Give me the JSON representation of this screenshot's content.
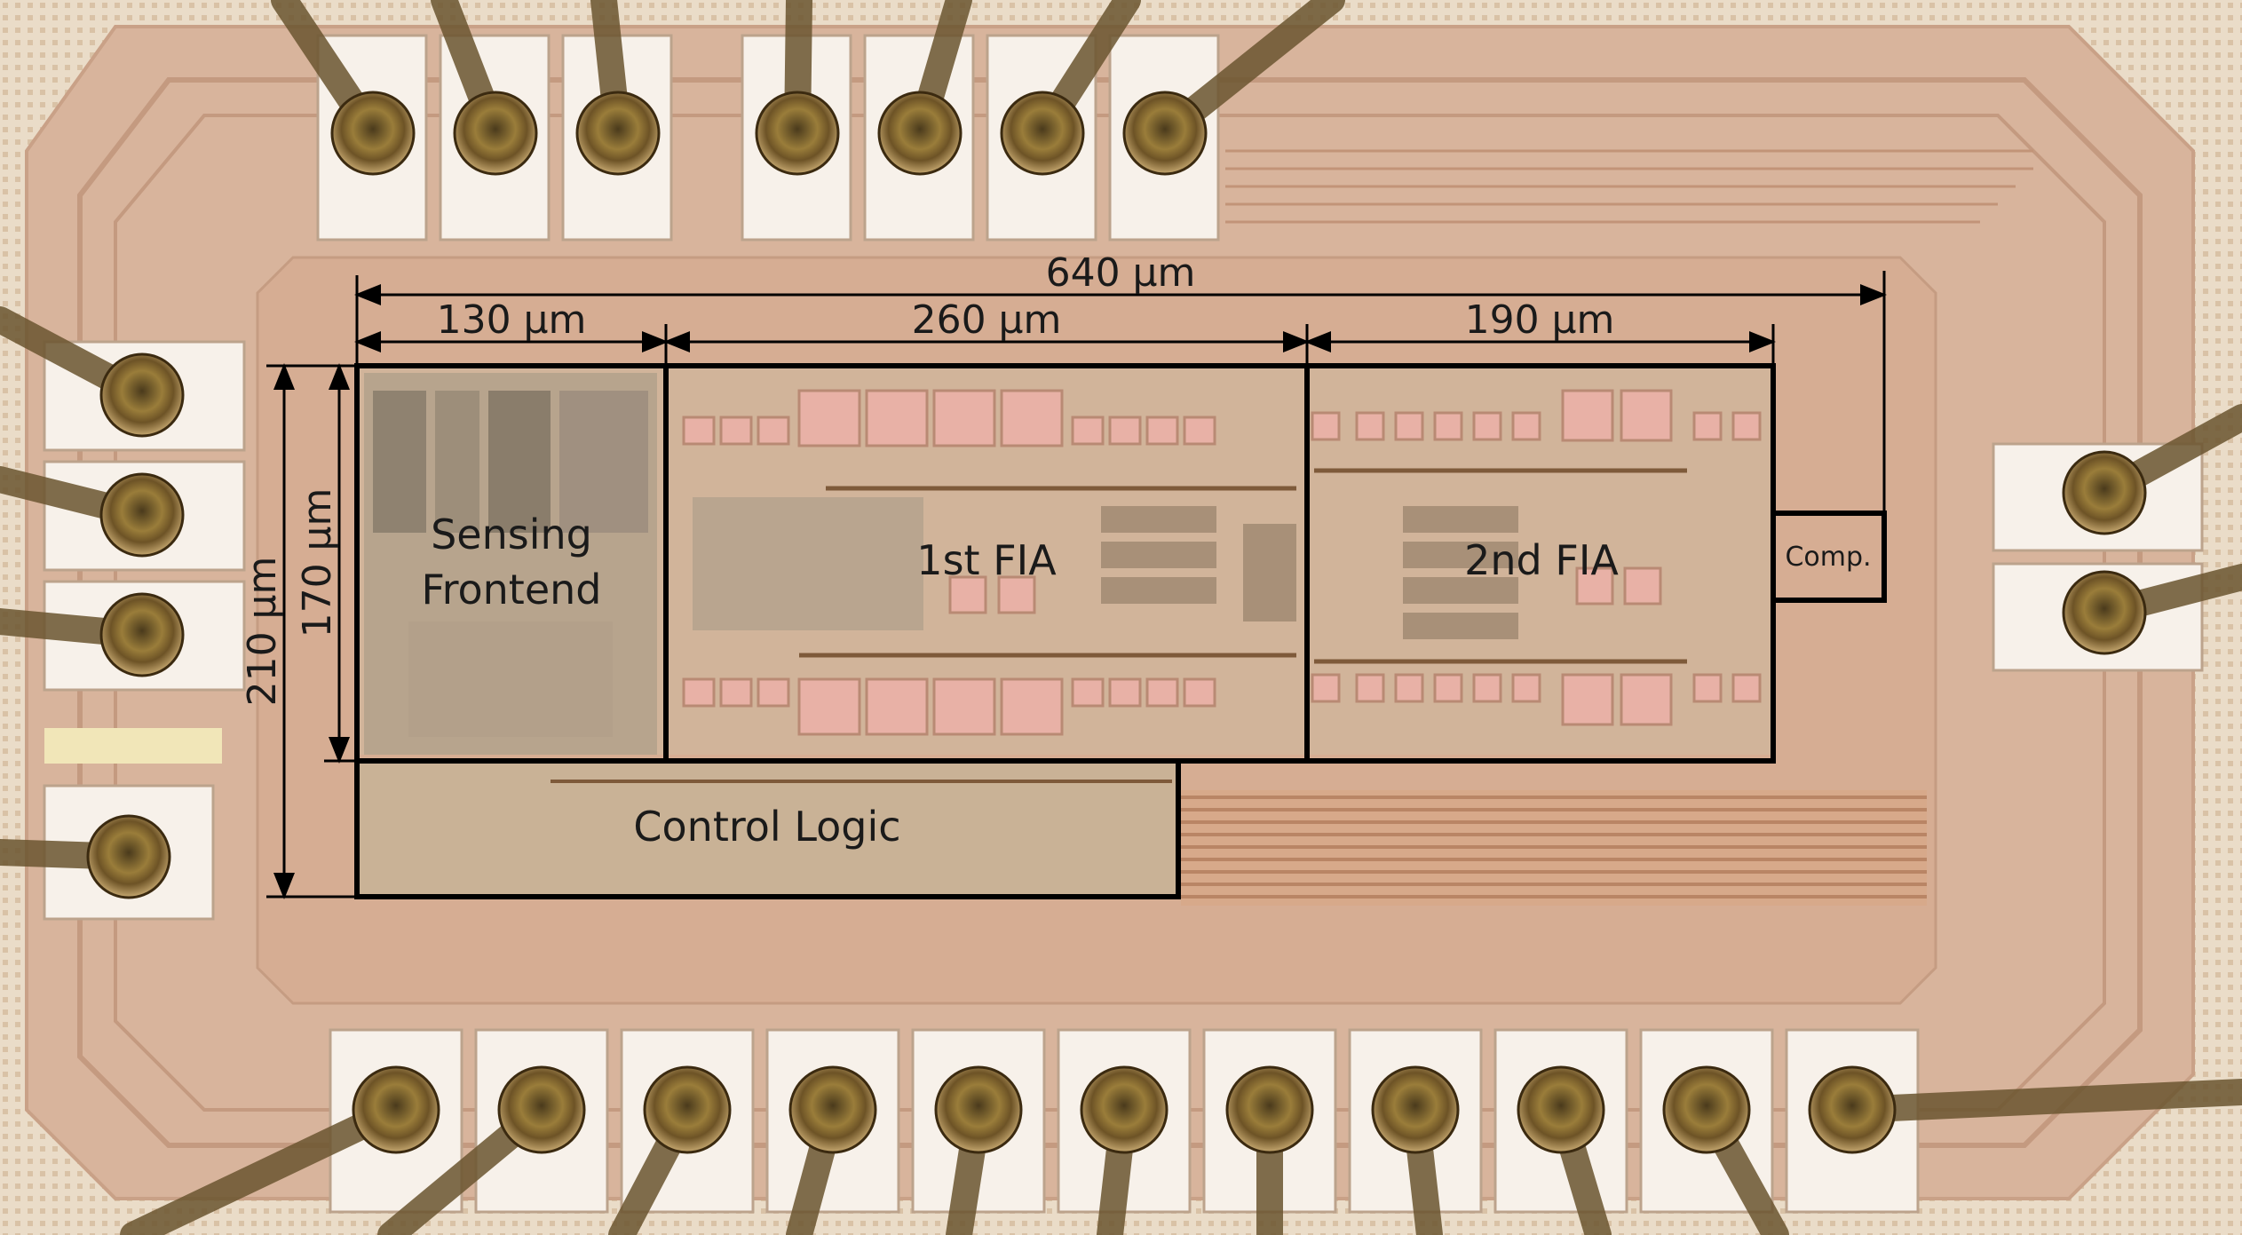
{
  "blocks": {
    "sensing": {
      "line1": "Sensing",
      "line2": "Frontend"
    },
    "fia1": "1st FIA",
    "fia2": "2nd FIA",
    "comp": "Comp.",
    "control": "Control Logic"
  },
  "dimensions": {
    "total_width": "640 µm",
    "sensing_width": "130 µm",
    "fia1_width": "260 µm",
    "fia2_width": "190 µm",
    "total_height": "210 µm",
    "core_height": "170 µm"
  },
  "colors": {
    "die": "#d9b7a0",
    "seal_ring": "#c8a48c",
    "pad": "#f7f1ea",
    "bond": "#6b4a22",
    "annotation": "#000000"
  },
  "icons": [
    "bond-wire-icon",
    "bond-pad-icon",
    "dimension-arrow-icon"
  ]
}
